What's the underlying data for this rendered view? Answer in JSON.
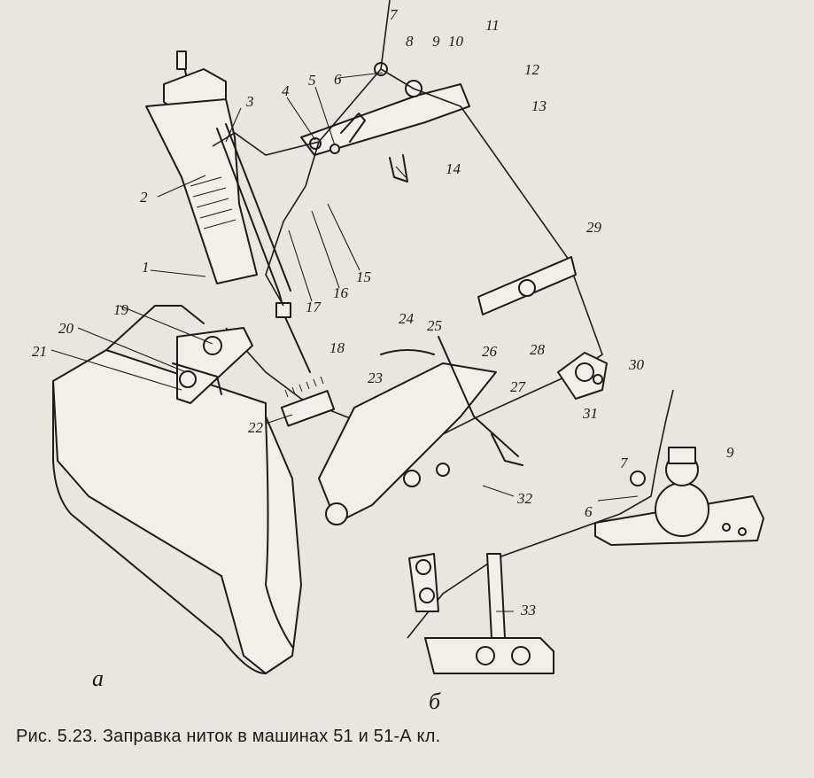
{
  "caption": "Рис. 5.23. Заправка ниток в машинах 51 и 51-А кл.",
  "subfigure_labels": {
    "a": "а",
    "b": "б"
  },
  "part_labels": [
    "1",
    "2",
    "3",
    "4",
    "5",
    "6",
    "7",
    "8",
    "9",
    "10",
    "11",
    "12",
    "13",
    "14",
    "15",
    "16",
    "17",
    "18",
    "19",
    "20",
    "21",
    "22",
    "23",
    "24",
    "25",
    "26",
    "27",
    "28",
    "29",
    "30",
    "31",
    "32",
    "33"
  ],
  "detail_labels": [
    "7",
    "6",
    "9"
  ],
  "colors": {
    "paper": "#e9e6df",
    "ink": "#1c1c1c"
  }
}
